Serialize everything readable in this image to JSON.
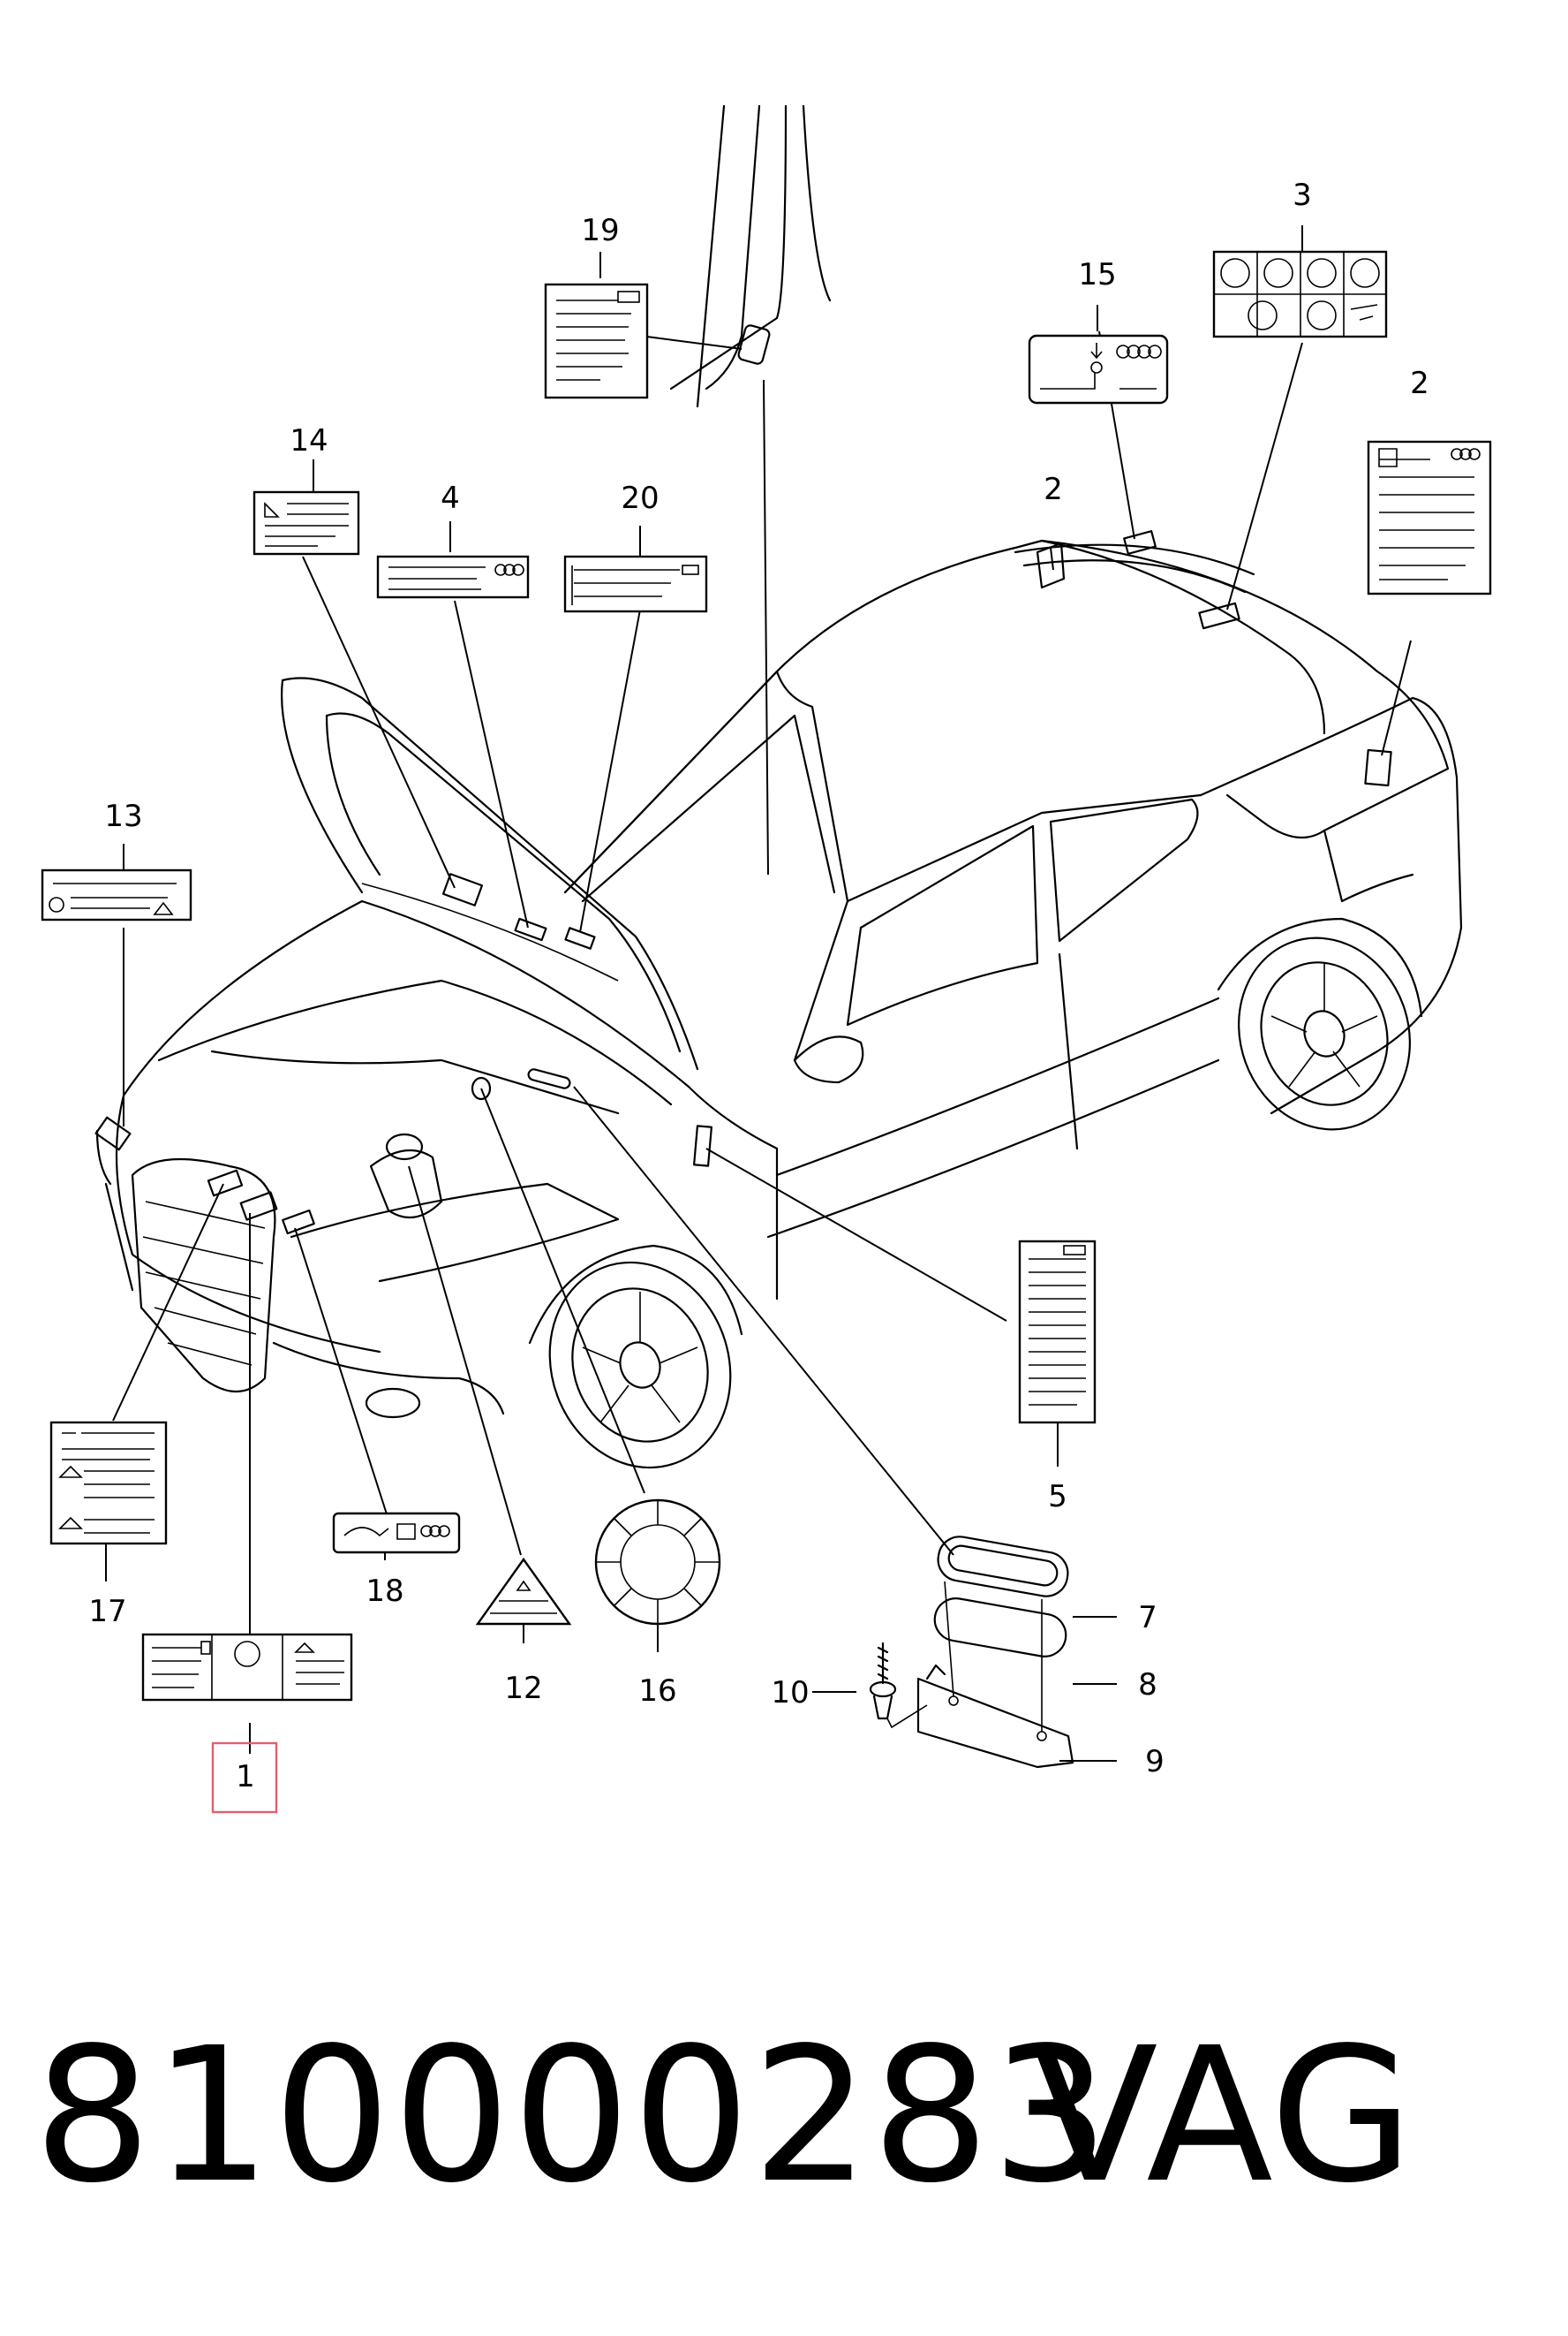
{
  "diagram": {
    "callouts": [
      "1",
      "2",
      "2",
      "3",
      "4",
      "5",
      "7",
      "8",
      "9",
      "10",
      "12",
      "13",
      "14",
      "15",
      "16",
      "17",
      "18",
      "19",
      "20"
    ],
    "highlighted_callout": "1"
  },
  "footer": {
    "part_number": "810000283",
    "brand": "VAG"
  }
}
